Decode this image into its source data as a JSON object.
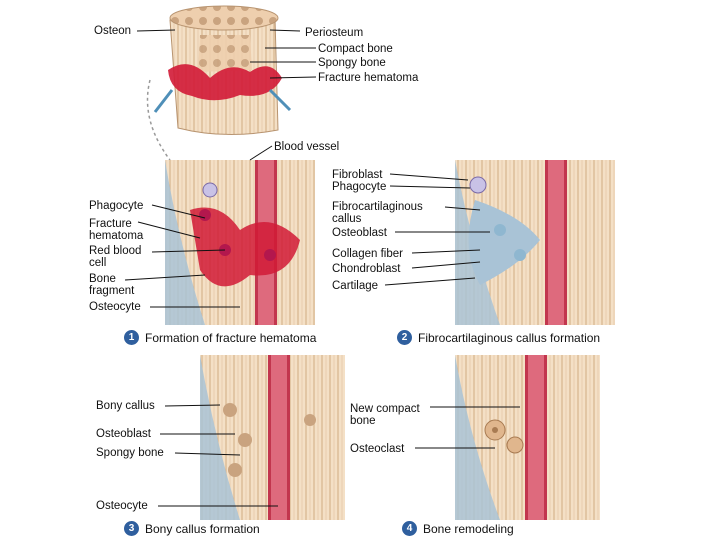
{
  "labels": {
    "osteon": "Osteon",
    "periosteum": "Periosteum",
    "compact_bone": "Compact bone",
    "spongy_bone": "Spongy bone",
    "fracture_hematoma": "Fracture hematoma",
    "blood_vessel": "Blood vessel",
    "fibroblast": "Fibroblast",
    "phagocyte_right": "Phagocyte",
    "phagocyte_left": "Phagocyte",
    "fracture_hematoma_left": "Fracture hematoma",
    "red_blood_cell": "Red blood cell",
    "bone_fragment": "Bone fragment",
    "osteocyte_1": "Osteocyte",
    "fibrocartilaginous_callus": "Fibrocartilaginous callus",
    "osteoblast_2": "Osteoblast",
    "collagen_fiber": "Collagen fiber",
    "chondroblast": "Chondroblast",
    "cartilage": "Cartilage",
    "bony_callus": "Bony callus",
    "osteoblast_3": "Osteoblast",
    "spongy_bone_3": "Spongy bone",
    "osteocyte_3": "Osteocyte",
    "new_compact_bone": "New compact bone",
    "osteoclast": "Osteoclast"
  },
  "steps": [
    {
      "number": "1",
      "title": "Formation of fracture hematoma"
    },
    {
      "number": "2",
      "title": "Fibrocartilaginous callus formation"
    },
    {
      "number": "3",
      "title": "Bony callus formation"
    },
    {
      "number": "4",
      "title": "Bone remodeling"
    }
  ],
  "colors": {
    "bone": "#f3dcc0",
    "bone_stripe": "#d8b48c",
    "blood": "#d11a36",
    "vessel": "#c2364e",
    "periosteum": "#a9c3d6",
    "badge": "#2f5f9e"
  }
}
